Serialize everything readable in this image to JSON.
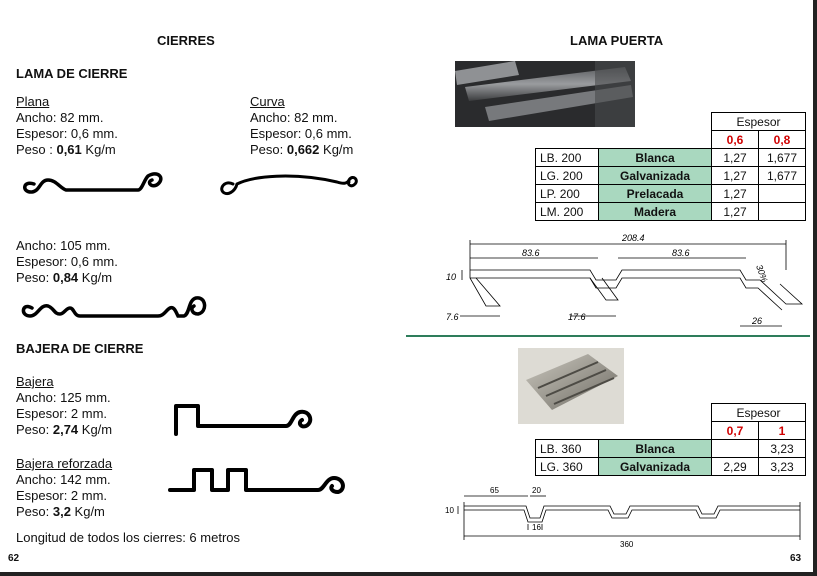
{
  "left": {
    "title": "CIERRES",
    "lama_heading": "LAMA DE CIERRE",
    "plana": {
      "name": "Plana",
      "ancho": "Ancho: 82 mm.",
      "espesor": "Espesor: 0,6 mm.",
      "peso_prefix": "Peso : ",
      "peso_value": "0,61",
      "peso_unit": " Kg/m"
    },
    "curva": {
      "name": "Curva",
      "ancho": "Ancho: 82 mm.",
      "espesor": "Espesor: 0,6 mm.",
      "peso_prefix": "Peso: ",
      "peso_value": "0,662",
      "peso_unit": " Kg/m"
    },
    "wide": {
      "ancho": "Ancho: 105 mm.",
      "espesor": "Espesor: 0,6 mm.",
      "peso_prefix": "Peso: ",
      "peso_value": "0,84",
      "peso_unit": " Kg/m"
    },
    "bajera_heading": "BAJERA DE CIERRE",
    "bajera": {
      "name": "Bajera",
      "ancho": "Ancho: 125 mm.",
      "espesor": "Espesor: 2 mm.",
      "peso_prefix": "Peso: ",
      "peso_value": "2,74",
      "peso_unit": " Kg/m"
    },
    "bajera_ref": {
      "name": "Bajera reforzada",
      "ancho": "Ancho: 142 mm.",
      "espesor": "Espesor: 2 mm.",
      "peso_prefix": "Peso: ",
      "peso_value": "3,2",
      "peso_unit": " Kg/m"
    },
    "footer_note": "Longitud de todos los cierres: 6 metros",
    "page_number": "62"
  },
  "right": {
    "title": "LAMA PUERTA",
    "table1": {
      "header": "Espesor",
      "col1": "0,6",
      "col2": "0,8",
      "rows": [
        {
          "code": "LB. 200",
          "finish": "Blanca",
          "v1": "1,27",
          "v2": "1,677"
        },
        {
          "code": "LG. 200",
          "finish": "Galvanizada",
          "v1": "1,27",
          "v2": "1,677"
        },
        {
          "code": "LP. 200",
          "finish": "Prelacada",
          "v1": "1,27",
          "v2": ""
        },
        {
          "code": "LM. 200",
          "finish": "Madera",
          "v1": "1,27",
          "v2": ""
        }
      ]
    },
    "drawing1": {
      "total": "208.4",
      "seg1": "83.6",
      "seg2": "83.6",
      "height": "10",
      "left": "7.6",
      "mid": "17.6",
      "right": "26",
      "angle": "30%"
    },
    "table2": {
      "header": "Espesor",
      "col1": "0,7",
      "col2": "1",
      "rows": [
        {
          "code": "LB. 360",
          "finish": "Blanca",
          "v1": "",
          "v2": "3,23"
        },
        {
          "code": "LG. 360",
          "finish": "Galvanizada",
          "v1": "2,29",
          "v2": "3,23"
        }
      ]
    },
    "drawing2": {
      "w1": "65",
      "w2": "20",
      "h": "10",
      "w3": "16",
      "total": "360"
    },
    "page_number": "63"
  },
  "colors": {
    "finish_bg": "#a9d8bf",
    "red": "#d00000",
    "divider": "#2e7d5b"
  }
}
